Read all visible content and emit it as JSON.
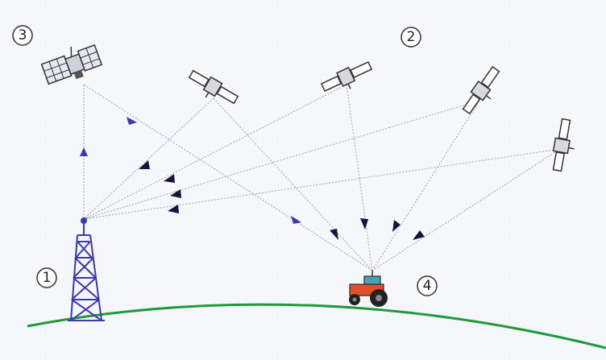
{
  "labels": {
    "tower": "1",
    "gnss_satellites": "2",
    "relay_satellite": "3",
    "tractor": "4"
  },
  "colors": {
    "ground": "#1f9a3a",
    "tower": "#3a3ab0",
    "signal_arrow_blue": "#3a3ab0",
    "signal_arrow_dark": "#15153a",
    "signal_line": "#9aa0b0",
    "tractor_body": "#e0502a",
    "tractor_cab": "#4aa0b8"
  },
  "icons": {
    "tower": "radio-tower-icon",
    "satellite": "satellite-icon",
    "relay_satellite": "relay-satellite-icon",
    "tractor": "tractor-icon"
  }
}
